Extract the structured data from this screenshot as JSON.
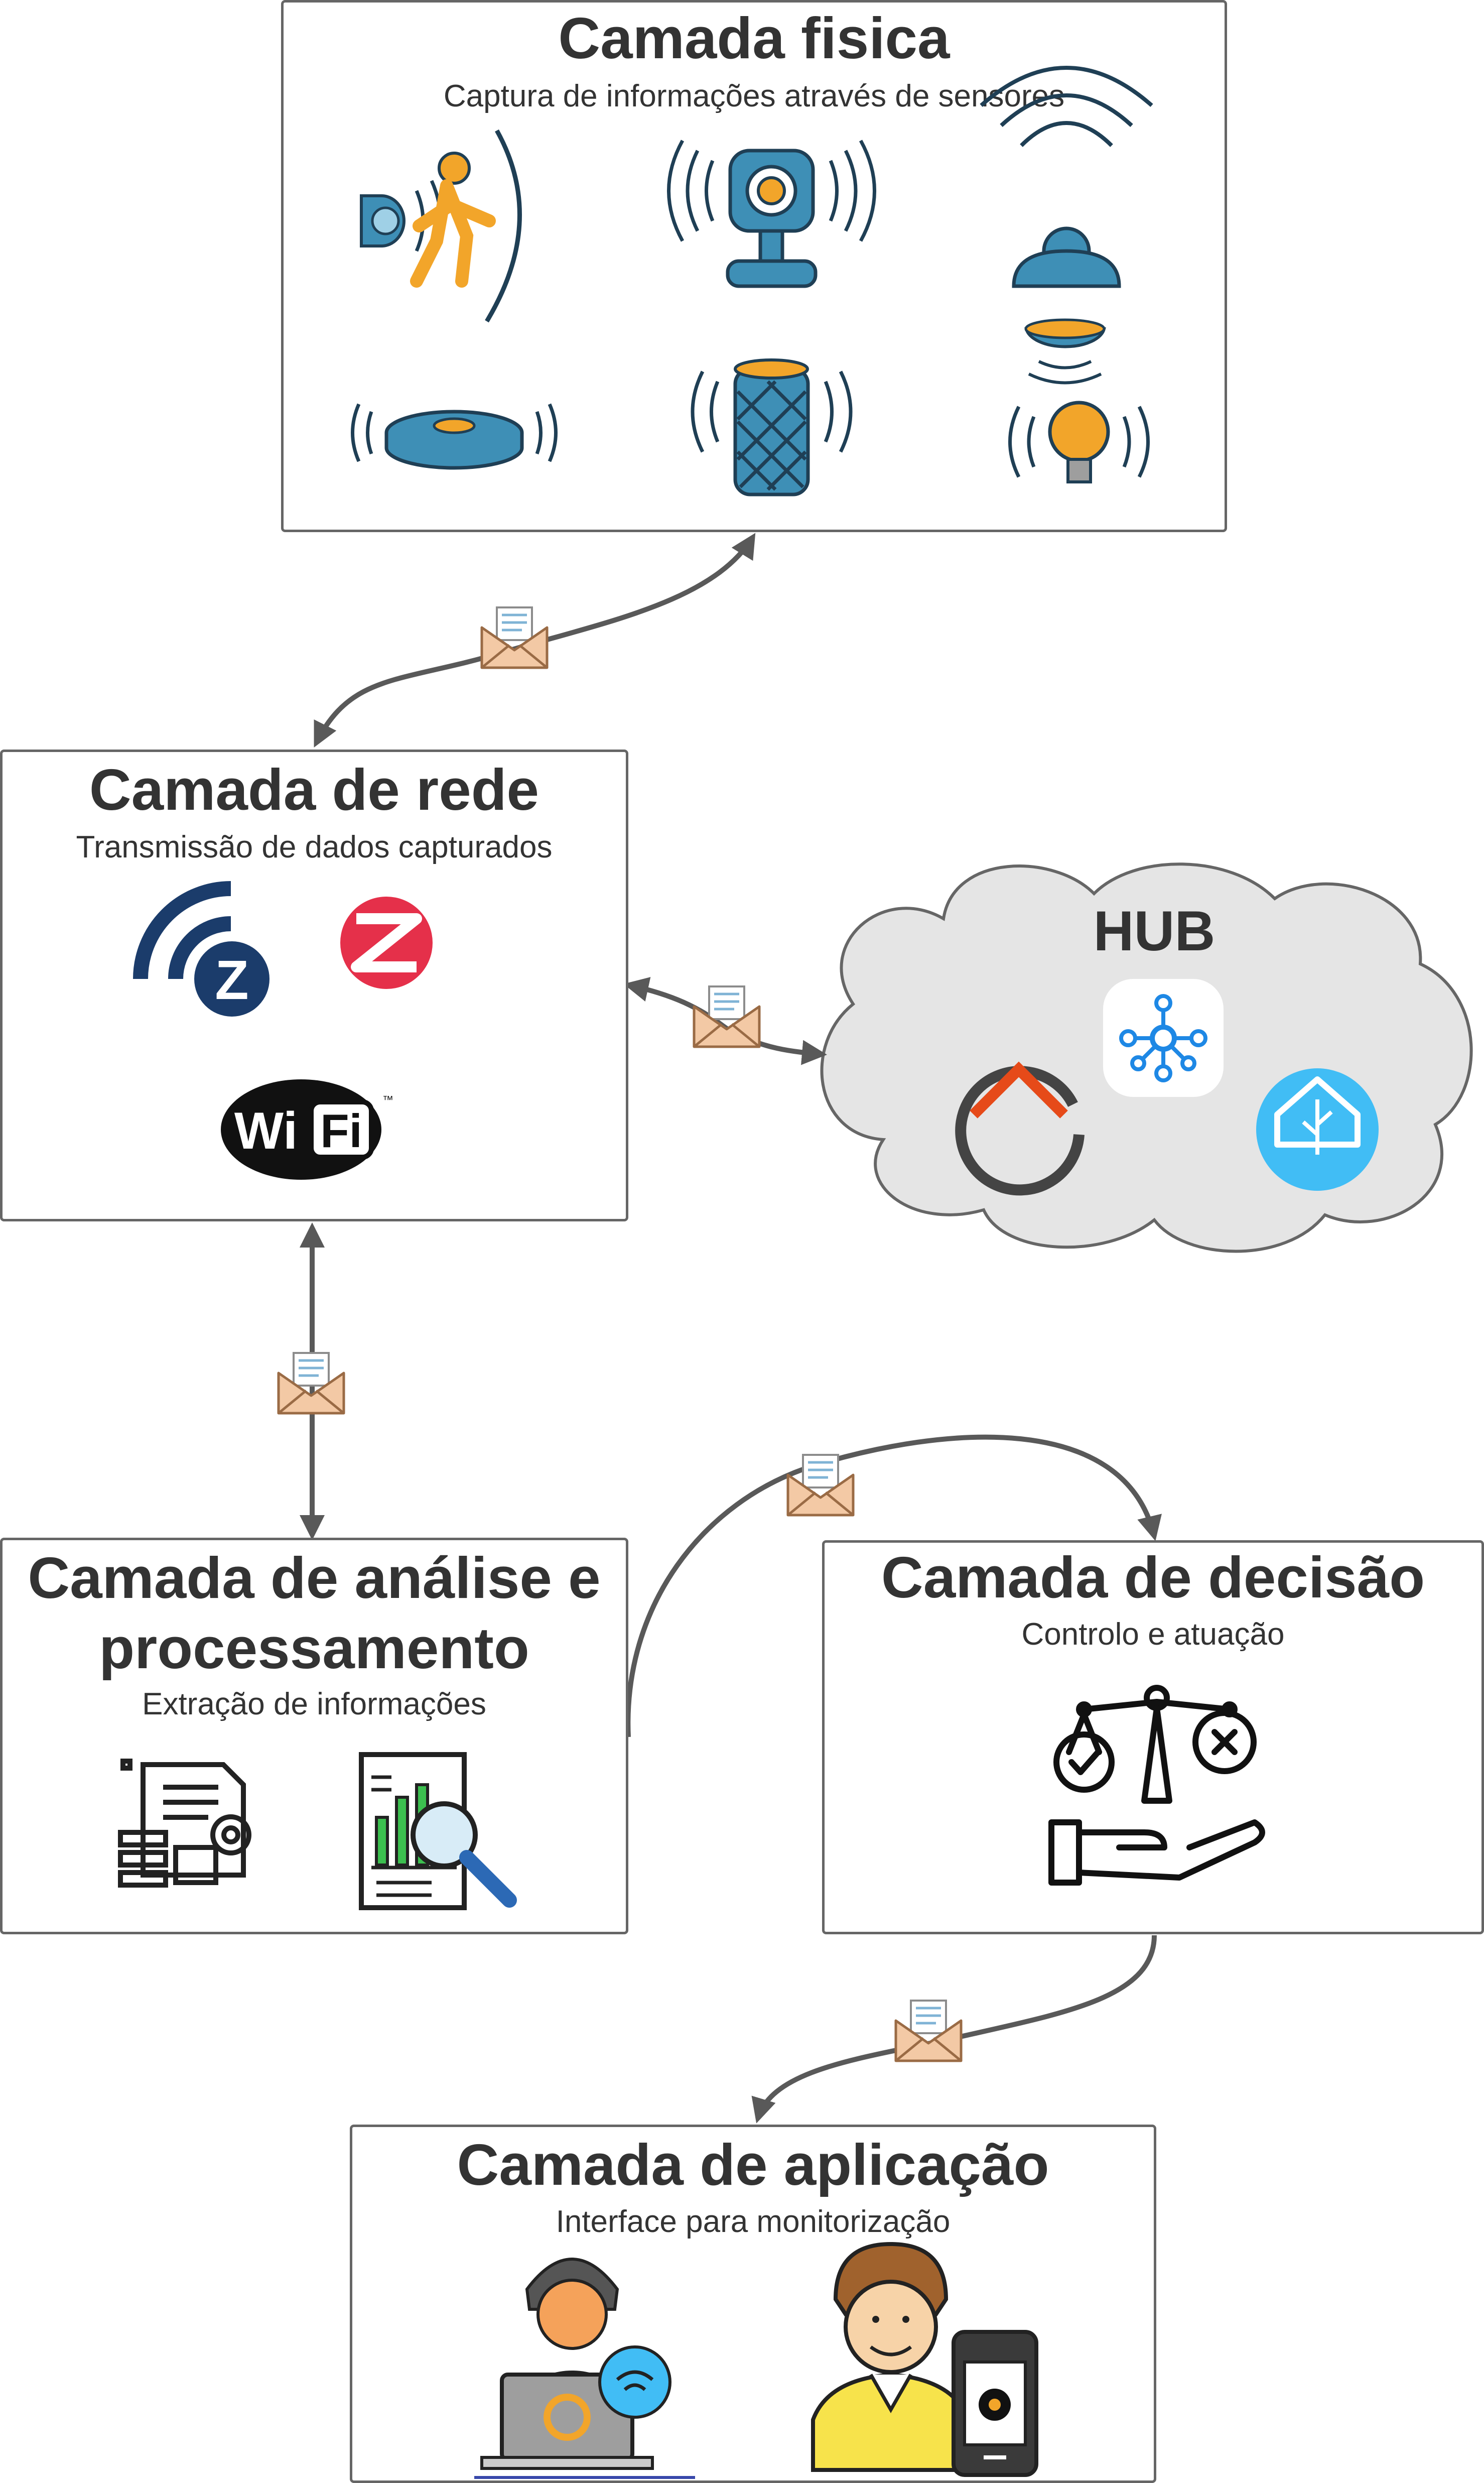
{
  "layers": {
    "fisica": {
      "title": "Camada fisica",
      "subtitle": "Captura de informações através de sensores"
    },
    "rede": {
      "title": "Camada de rede",
      "subtitle": "Transmissão de dados capturados"
    },
    "analise": {
      "title_line1": "Camada de análise e",
      "title_line2": "processamento",
      "subtitle": "Extração de informações"
    },
    "decisao": {
      "title": "Camada de decisão",
      "subtitle": "Controlo e atuação"
    },
    "aplicacao": {
      "title": "Camada de aplicação",
      "subtitle": "Interface para monitorização"
    }
  },
  "hub": {
    "title": "HUB"
  },
  "protocols": {
    "wifi_word_left": "Wi",
    "wifi_word_right": "Fi",
    "wifi_tm": "™",
    "zwave_letter": "Z",
    "zigbee_letter": "Z"
  },
  "icons": {
    "sensors": [
      "motion-sensor-icon",
      "camera-icon",
      "presence-sensor-icon",
      "robot-vacuum-icon",
      "smart-speaker-icon",
      "smart-bulb-icon"
    ],
    "hub": [
      "smartthings-icon",
      "openhab-icon",
      "home-assistant-icon"
    ],
    "analysis": [
      "document-processing-icon",
      "data-analysis-icon"
    ],
    "decision": [
      "balance-decision-icon"
    ],
    "application": [
      "technician-icon",
      "mobile-user-icon"
    ],
    "messages": [
      "envelope-icon"
    ]
  },
  "colors": {
    "border": "#666666",
    "arrow": "#595959",
    "icon_blue": "#3e8fb6",
    "icon_orange": "#f2a52a",
    "cloud_fill": "#e5e5e5",
    "zwave_blue": "#1b3c6b",
    "zigbee_red": "#e5304a",
    "ha_blue": "#41bdf5",
    "openhab_orange": "#e64a19"
  }
}
